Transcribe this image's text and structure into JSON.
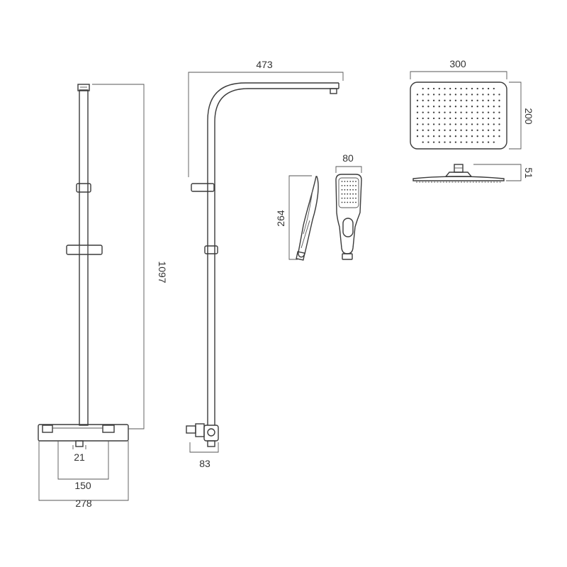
{
  "diagram": {
    "dimensions": {
      "riser_height": "1097",
      "valve_width": "278",
      "inlet_centres": "150",
      "valve_depth": "21",
      "arm_projection": "473",
      "wall_offset": "83",
      "handset_length": "264",
      "handset_width": "80",
      "head_width": "300",
      "head_depth": "200",
      "head_height": "51"
    },
    "colors": {
      "line": "#3a3a3a",
      "text": "#333333",
      "background": "#ffffff"
    }
  }
}
